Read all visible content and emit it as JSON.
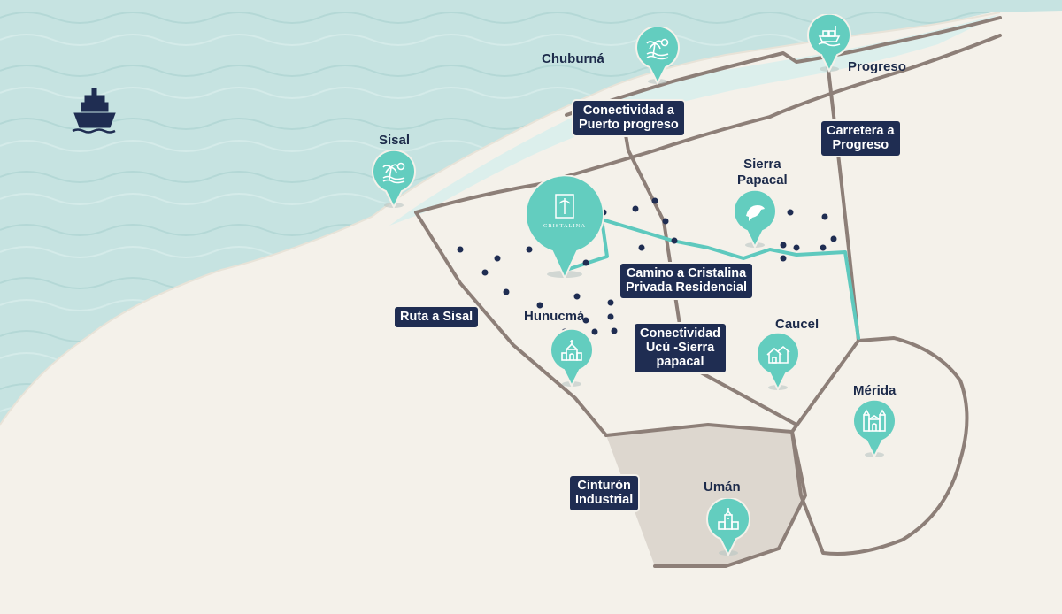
{
  "colors": {
    "sea": "#c6e3e1",
    "land": "#f4f1ea",
    "road": "#8d7f78",
    "route": "#5ec9be",
    "pin": "#63cdbf",
    "label_bg": "#1f2d52",
    "dots": "#1f2d52",
    "industrial": "#ddd7cf"
  },
  "towns": {
    "chuburna": "Chuburná",
    "progreso": "Progreso",
    "sisal": "Sisal",
    "sierra_papacal": "Sierra\nPapacal",
    "hunucma": "Hunucmá",
    "caucel": "Caucel",
    "merida": "Mérida",
    "uman": "Umán"
  },
  "labels": {
    "puerto_progreso": "Conectividad a\nPuerto progreso",
    "carretera_progreso": "Carretera a\nProgreso",
    "camino_cristalina": "Camino a Cristalina\nPrivada Residencial",
    "ruta_sisal": "Ruta a Sisal",
    "conectividad_ucu": "Conectividad\nUcú -Sierra\npapacal",
    "cinturon": "Cinturón\nIndustrial"
  },
  "logo": {
    "text": "CRISTALINA",
    "icon": "cristalina-logo-icon"
  },
  "icons": {
    "ship": "ship-icon",
    "beach": "palm-beach-icon",
    "port": "cargo-ship-icon",
    "bird": "bird-icon",
    "church": "church-icon",
    "houses": "houses-icon",
    "cathedral": "cathedral-icon",
    "tower": "tower-icon"
  }
}
